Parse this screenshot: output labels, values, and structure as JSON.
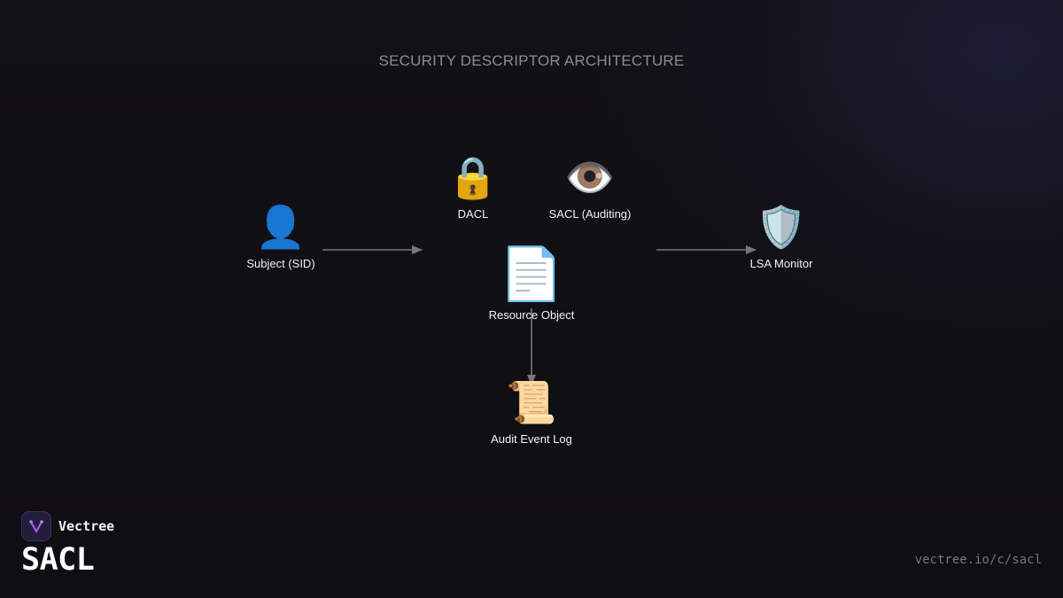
{
  "header": {
    "title": "SECURITY DESCRIPTOR ARCHITECTURE"
  },
  "diagram": {
    "nodes": {
      "subject": {
        "icon": "bust-in-silhouette-icon",
        "glyph": "👤",
        "label": "Subject (SID)"
      },
      "dacl": {
        "icon": "lock-icon",
        "glyph": "🔒",
        "label": "DACL"
      },
      "sacl": {
        "icon": "eye-icon",
        "glyph": "👁️",
        "label": "SACL (Auditing)"
      },
      "resource": {
        "icon": "document-icon",
        "glyph": "📄",
        "label": "Resource Object"
      },
      "lsa": {
        "icon": "shield-icon",
        "glyph": "🛡️",
        "label": "LSA Monitor"
      },
      "audit_log": {
        "icon": "scroll-icon",
        "glyph": "📜",
        "label": "Audit Event Log"
      }
    },
    "edges": [
      {
        "from": "subject",
        "to": "resource"
      },
      {
        "from": "resource",
        "to": "lsa"
      },
      {
        "from": "resource",
        "to": "audit_log"
      }
    ],
    "colors": {
      "edge": "#77777b",
      "label": "#f2f2f4",
      "title": "#8d8c92"
    }
  },
  "footer": {
    "brand": {
      "icon": "vectree-logo-icon",
      "name": "Vectree"
    },
    "product": "SACL",
    "url": "vectree.io/c/sacl"
  }
}
